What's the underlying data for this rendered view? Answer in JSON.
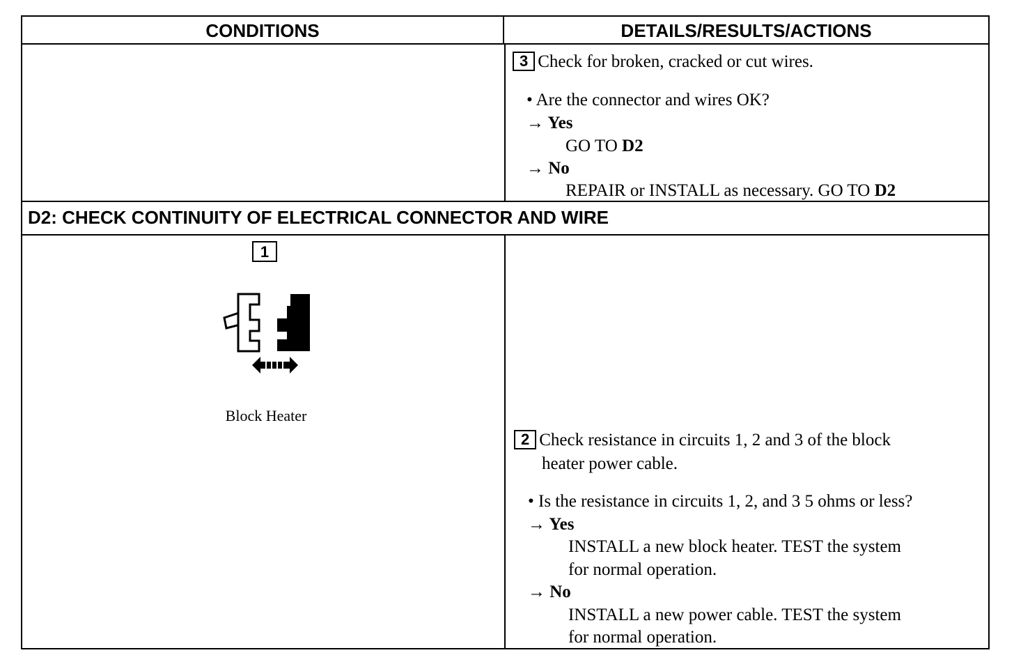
{
  "table": {
    "headers": {
      "conditions": "CONDITIONS",
      "details": "DETAILS/RESULTS/ACTIONS"
    },
    "row1": {
      "step": {
        "number": "3",
        "text": "Check for broken, cracked or cut wires."
      },
      "question": "• Are the connector and wires OK?",
      "yes": {
        "label": "→ Yes",
        "action_prefix": "GO TO ",
        "action_target": "D2"
      },
      "no": {
        "label": "→ No",
        "action_prefix": "REPAIR or INSTALL as necessary. GO TO ",
        "action_target": "D2"
      }
    },
    "section": {
      "title": "D2: CHECK CONTINUITY OF ELECTRICAL CONNECTOR AND WIRE"
    },
    "row2": {
      "figure": {
        "number": "1",
        "caption": "Block Heater",
        "icon": "connector-separate-icon"
      },
      "step": {
        "number": "2",
        "line1": "Check resistance in circuits 1, 2 and 3 of the block",
        "line2": "heater power cable."
      },
      "question": "• Is the resistance in circuits 1, 2, and 3  5 ohms or less?",
      "yes": {
        "label": "→ Yes",
        "line1": "INSTALL a new block heater. TEST the system",
        "line2": "for normal operation."
      },
      "no": {
        "label": "→ No",
        "line1": "INSTALL a new power cable. TEST the system",
        "line2": "for normal operation."
      }
    }
  }
}
